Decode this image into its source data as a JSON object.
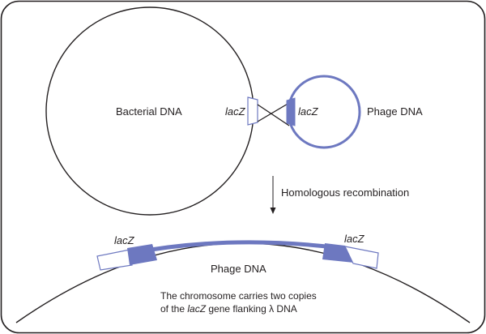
{
  "labels": {
    "bacterial_dna": "Bacterial DNA",
    "phage_dna_top": "Phage DNA",
    "lacz_left": "lacZ",
    "lacz_phage": "lacZ",
    "arrow_label": "Homologous recombination",
    "lacz_bottom_left": "lacZ",
    "lacz_bottom_right": "lacZ",
    "phage_dna_bottom": "Phage DNA"
  },
  "caption": {
    "line1": "The chromosome carries two copies",
    "line2_before": "of the ",
    "line2_gene": "lacZ",
    "line2_after": " gene flanking λ DNA"
  },
  "colors": {
    "phage": "#6d78c0",
    "outline": "#231f20",
    "frame": "#231f20",
    "background": "#ffffff"
  }
}
